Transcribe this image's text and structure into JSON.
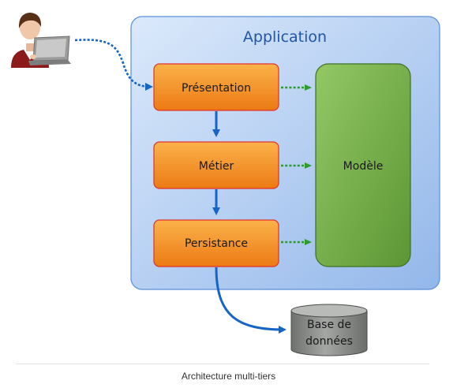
{
  "diagram": {
    "container_title": "Application",
    "layers": {
      "presentation": "Présentation",
      "metier": "Métier",
      "persistance": "Persistance"
    },
    "model": "Modèle",
    "database": {
      "line1": "Base de",
      "line2": "données"
    },
    "icons": {
      "user": "user-with-laptop-icon",
      "database": "database-cylinder-icon"
    }
  },
  "caption": "Architecture multi-tiers",
  "colors": {
    "container_fill": "#c6dcf7",
    "container_stroke": "#5b8fd8",
    "container_title": "#1f56a8",
    "layer_fill": "#f39a33",
    "layer_stroke": "#e0332b",
    "model_fill": "#78b14a",
    "model_stroke": "#3f6f22",
    "arrow_blue": "#1465c6",
    "arrow_green": "#2f9a2f",
    "db_fill": "#8f918f"
  }
}
